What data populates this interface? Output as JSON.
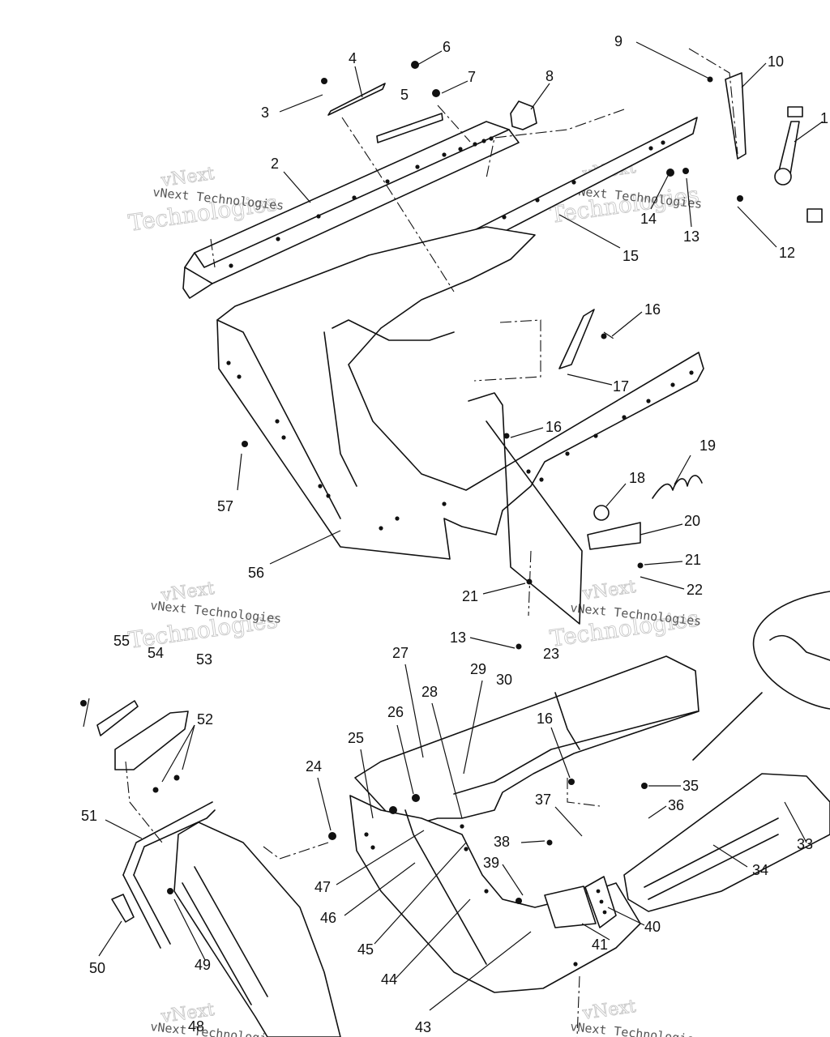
{
  "diagram": {
    "type": "exploded parts diagram",
    "labels": [
      {
        "id": "1",
        "text": "1"
      },
      {
        "id": "2",
        "text": "2"
      },
      {
        "id": "3",
        "text": "3"
      },
      {
        "id": "4",
        "text": "4"
      },
      {
        "id": "5",
        "text": "5"
      },
      {
        "id": "6",
        "text": "6"
      },
      {
        "id": "7",
        "text": "7"
      },
      {
        "id": "8",
        "text": "8"
      },
      {
        "id": "9",
        "text": "9"
      },
      {
        "id": "10",
        "text": "10"
      },
      {
        "id": "12",
        "text": "12"
      },
      {
        "id": "13a",
        "text": "13"
      },
      {
        "id": "13b",
        "text": "13"
      },
      {
        "id": "14",
        "text": "14"
      },
      {
        "id": "15",
        "text": "15"
      },
      {
        "id": "16a",
        "text": "16"
      },
      {
        "id": "16b",
        "text": "16"
      },
      {
        "id": "16c",
        "text": "16"
      },
      {
        "id": "17",
        "text": "17"
      },
      {
        "id": "18",
        "text": "18"
      },
      {
        "id": "19",
        "text": "19"
      },
      {
        "id": "20",
        "text": "20"
      },
      {
        "id": "21a",
        "text": "21"
      },
      {
        "id": "21b",
        "text": "21"
      },
      {
        "id": "22",
        "text": "22"
      },
      {
        "id": "23",
        "text": "23"
      },
      {
        "id": "24",
        "text": "24"
      },
      {
        "id": "25",
        "text": "25"
      },
      {
        "id": "26",
        "text": "26"
      },
      {
        "id": "27",
        "text": "27"
      },
      {
        "id": "28",
        "text": "28"
      },
      {
        "id": "29",
        "text": "29"
      },
      {
        "id": "30",
        "text": "30"
      },
      {
        "id": "33",
        "text": "33"
      },
      {
        "id": "34",
        "text": "34"
      },
      {
        "id": "35",
        "text": "35"
      },
      {
        "id": "36",
        "text": "36"
      },
      {
        "id": "37",
        "text": "37"
      },
      {
        "id": "38",
        "text": "38"
      },
      {
        "id": "39",
        "text": "39"
      },
      {
        "id": "40",
        "text": "40"
      },
      {
        "id": "41",
        "text": "41"
      },
      {
        "id": "43",
        "text": "43"
      },
      {
        "id": "44",
        "text": "44"
      },
      {
        "id": "45",
        "text": "45"
      },
      {
        "id": "46",
        "text": "46"
      },
      {
        "id": "47",
        "text": "47"
      },
      {
        "id": "48",
        "text": "48"
      },
      {
        "id": "49",
        "text": "49"
      },
      {
        "id": "50",
        "text": "50"
      },
      {
        "id": "51",
        "text": "51"
      },
      {
        "id": "52",
        "text": "52"
      },
      {
        "id": "53",
        "text": "53"
      },
      {
        "id": "54",
        "text": "54"
      },
      {
        "id": "55",
        "text": "55"
      },
      {
        "id": "56",
        "text": "56"
      },
      {
        "id": "57",
        "text": "57"
      }
    ]
  },
  "watermark": {
    "line1": "vNext",
    "line2": "Technologies",
    "small": "vNext Technologies"
  }
}
